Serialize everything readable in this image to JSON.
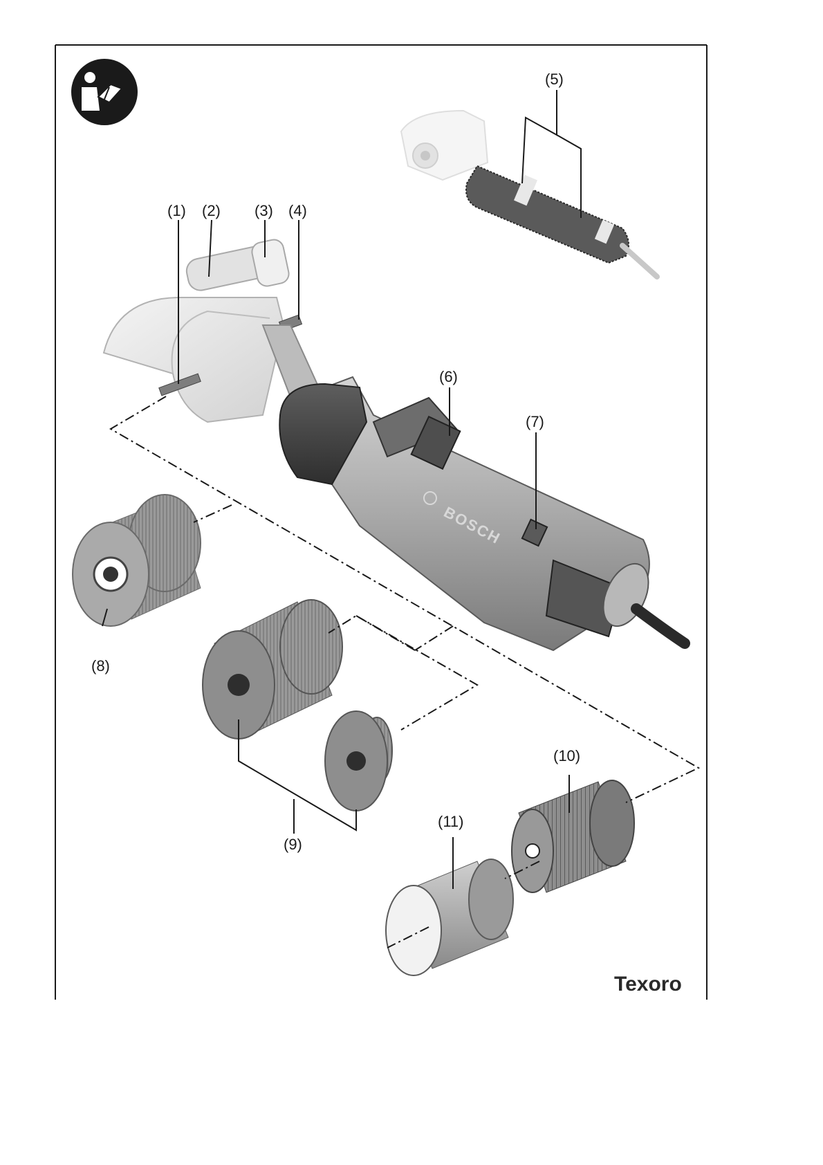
{
  "callouts": [
    {
      "id": "1",
      "text": "(1)"
    },
    {
      "id": "2",
      "text": "(2)"
    },
    {
      "id": "3",
      "text": "(3)"
    },
    {
      "id": "4",
      "text": "(4)"
    },
    {
      "id": "5",
      "text": "(5)"
    },
    {
      "id": "6",
      "text": "(6)"
    },
    {
      "id": "7",
      "text": "(7)"
    },
    {
      "id": "8",
      "text": "(8)"
    },
    {
      "id": "9",
      "text": "(9)"
    },
    {
      "id": "10",
      "text": "(10)"
    },
    {
      "id": "11",
      "text": "(11)"
    }
  ],
  "brand_text": "BOSCH",
  "model_name": "Texoro",
  "icons": {
    "manual": "read-manual-icon"
  }
}
